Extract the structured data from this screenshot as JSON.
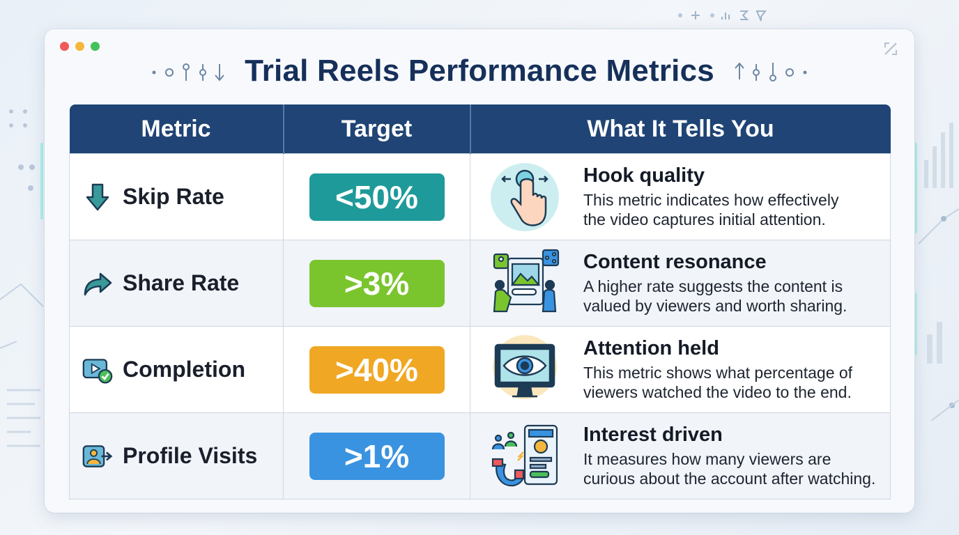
{
  "title": "Trial Reels Performance Metrics",
  "window": {
    "dot_colors": [
      "#f05a5a",
      "#f5b73b",
      "#45c15a"
    ]
  },
  "table": {
    "headers": [
      "Metric",
      "Target",
      "What It Tells You"
    ],
    "rows": [
      {
        "metric": "Skip Rate",
        "icon": "arrow-down-icon",
        "target": "<50%",
        "target_color": "#1f9a9a",
        "heading": "Hook quality",
        "line1": "This metric indicates how effectively",
        "line2": "the video captures initial attention.",
        "illustration": "tap-hand-icon"
      },
      {
        "metric": "Share Rate",
        "icon": "share-arrow-icon",
        "target": ">3%",
        "target_color": "#7ac52e",
        "heading": "Content resonance",
        "line1": "A higher rate suggests the content is",
        "line2": "valued by viewers and worth sharing.",
        "illustration": "people-sharing-icon"
      },
      {
        "metric": "Completion",
        "icon": "video-check-icon",
        "target": ">40%",
        "target_color": "#f0a723",
        "heading": "Attention held",
        "line1": "This metric shows what percentage of",
        "line2": "viewers watched the video to the end.",
        "illustration": "eye-monitor-icon"
      },
      {
        "metric": "Profile Visits",
        "icon": "profile-visit-icon",
        "target": ">1%",
        "target_color": "#3a93e0",
        "heading": "Interest driven",
        "line1": "It measures how many viewers are",
        "line2": "curious about the account after watching.",
        "illustration": "magnet-profile-icon"
      }
    ]
  }
}
